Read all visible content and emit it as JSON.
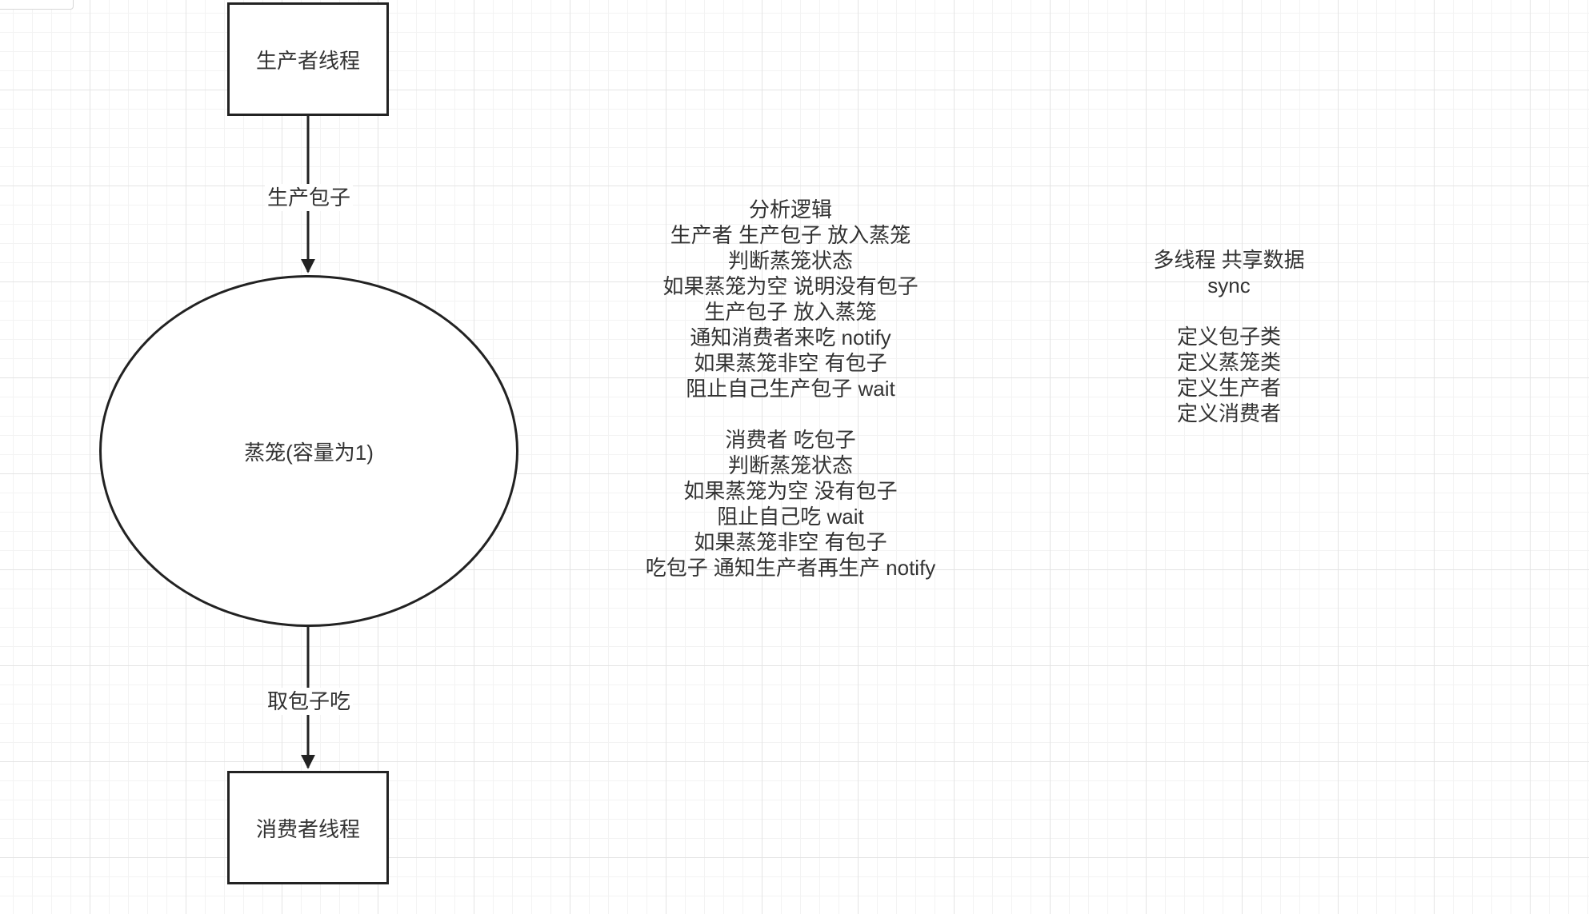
{
  "diagram": {
    "nodes": {
      "producer": {
        "label": "生产者线程"
      },
      "steamer": {
        "label": "蒸笼(容量为1)"
      },
      "consumer": {
        "label": "消费者线程"
      }
    },
    "edges": {
      "produce": {
        "label": "生产包子"
      },
      "take": {
        "label": "取包子吃"
      }
    },
    "analysis_lines": [
      "分析逻辑",
      "生产者 生产包子 放入蒸笼",
      "判断蒸笼状态",
      "如果蒸笼为空  说明没有包子",
      "生产包子 放入蒸笼",
      "通知消费者来吃 notify",
      "如果蒸笼非空 有包子",
      "阻止自己生产包子 wait",
      "",
      "消费者 吃包子",
      "判断蒸笼状态",
      "如果蒸笼为空 没有包子",
      "阻止自己吃 wait",
      "如果蒸笼非空 有包子",
      "吃包子 通知生产者再生产 notify"
    ],
    "summary_lines": [
      "多线程 共享数据",
      "sync",
      "",
      "定义包子类",
      "定义蒸笼类",
      "定义生产者",
      "定义消费者"
    ]
  }
}
